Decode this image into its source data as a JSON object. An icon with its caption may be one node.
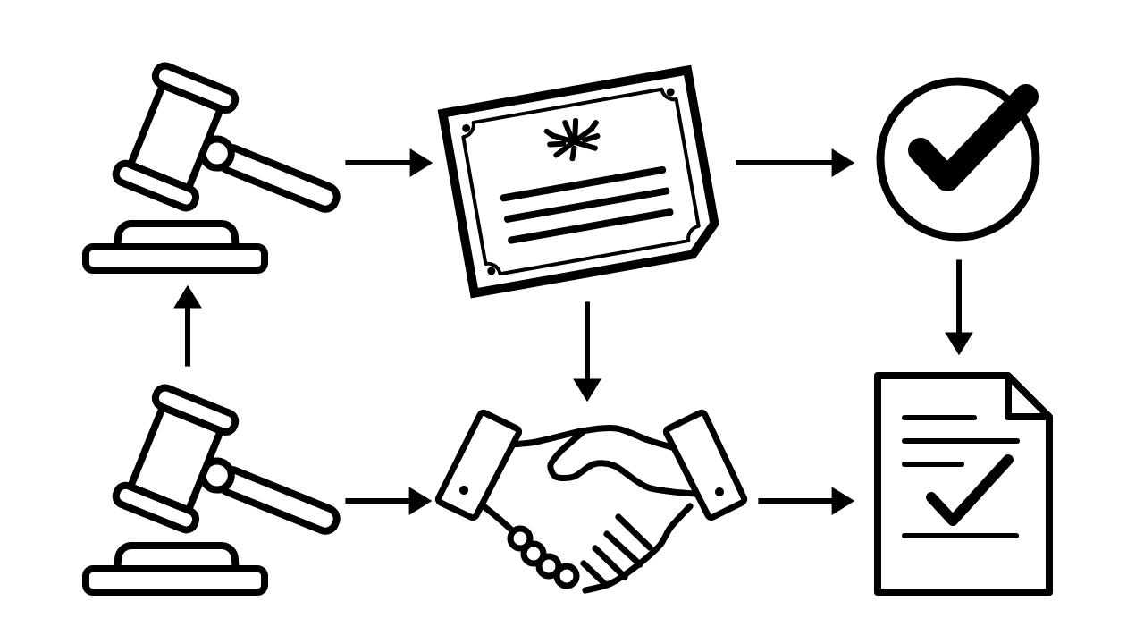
{
  "diagram": {
    "nodes": [
      {
        "text": [],
        "shape": "picture"
      },
      {
        "text": [],
        "shape": "picture"
      },
      {
        "text": [],
        "shape": "picture"
      },
      {
        "text": [],
        "shape": "picture"
      },
      {
        "text": [],
        "shape": "picture"
      },
      {
        "text": [],
        "shape": "picture"
      }
    ],
    "edges": [
      {
        "from": 0,
        "to": 1,
        "arrow": "to"
      },
      {
        "from": 1,
        "to": 2,
        "arrow": "to"
      },
      {
        "from": 2,
        "to": 5,
        "arrow": "to"
      },
      {
        "from": 1,
        "to": 4,
        "arrow": "to"
      },
      {
        "from": 3,
        "to": 0,
        "arrow": "to"
      },
      {
        "from": 3,
        "to": 4,
        "arrow": "to"
      },
      {
        "from": 4,
        "to": 5,
        "arrow": "to"
      }
    ]
  }
}
